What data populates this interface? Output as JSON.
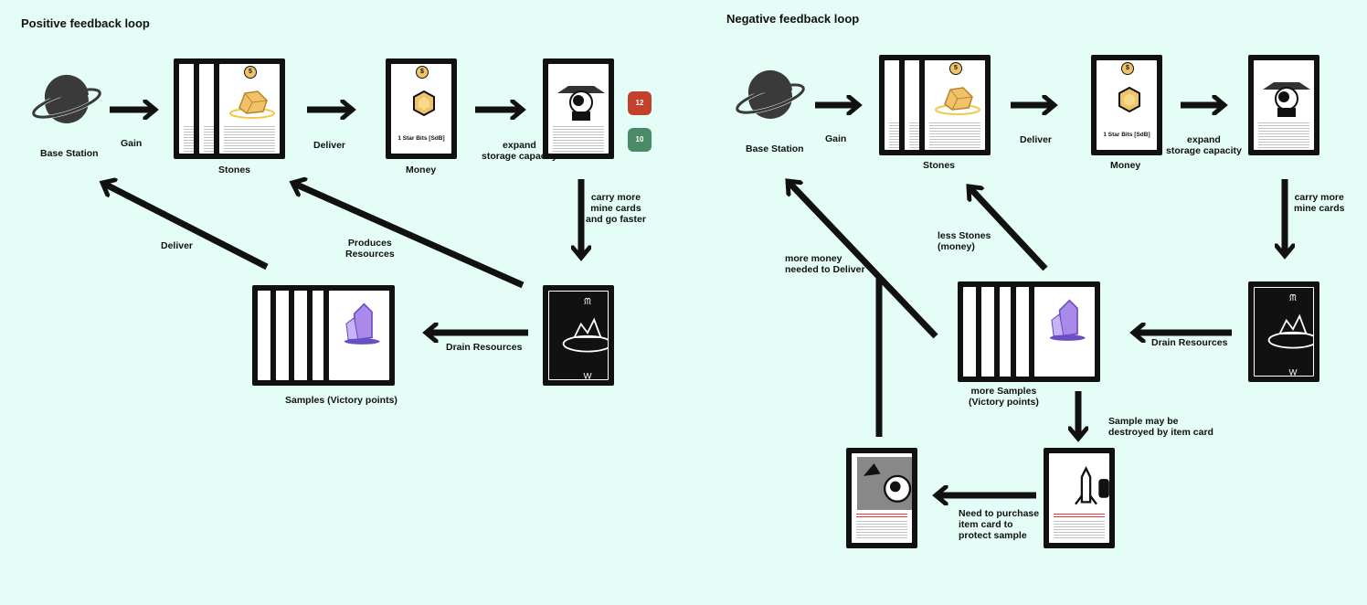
{
  "left": {
    "title": "Positive feedback loop",
    "nodes": {
      "base_station": "Base Station",
      "stones": "Stones",
      "money": "Money",
      "samples": "Samples (Victory points)"
    },
    "edges": {
      "gain": "Gain",
      "deliver": "Deliver",
      "expand": "expand\nstorage capacity",
      "carry": "carry more\nmine cards\nand go faster",
      "drain": "Drain Resources",
      "produces": "Produces\nResources",
      "deliver_back": "Deliver"
    },
    "money_card_text": "1 Star Bits [SdB]",
    "dice": [
      "12",
      "10"
    ]
  },
  "right": {
    "title": "Negative feedback loop",
    "nodes": {
      "base_station": "Base Station",
      "stones": "Stones",
      "money": "Money",
      "samples": "more Samples\n(Victory points)"
    },
    "edges": {
      "gain": "Gain",
      "deliver": "Deliver",
      "expand": "expand\nstorage capacity",
      "carry": "carry more\nmine cards",
      "drain": "Drain Resources",
      "less_stones": "less Stones\n(money)",
      "more_money": "more money\nneeded to Deliver",
      "destroyed": "Sample may be\ndestroyed by item card",
      "purchase": "Need to purchase\nitem card to\nprotect sample"
    },
    "money_card_text": "1 Star Bits [SdB]"
  },
  "colors": {
    "background": "#e4fdf6",
    "ink": "#111111",
    "gold": "#f0c36b",
    "crystal": "#a98ae8"
  }
}
